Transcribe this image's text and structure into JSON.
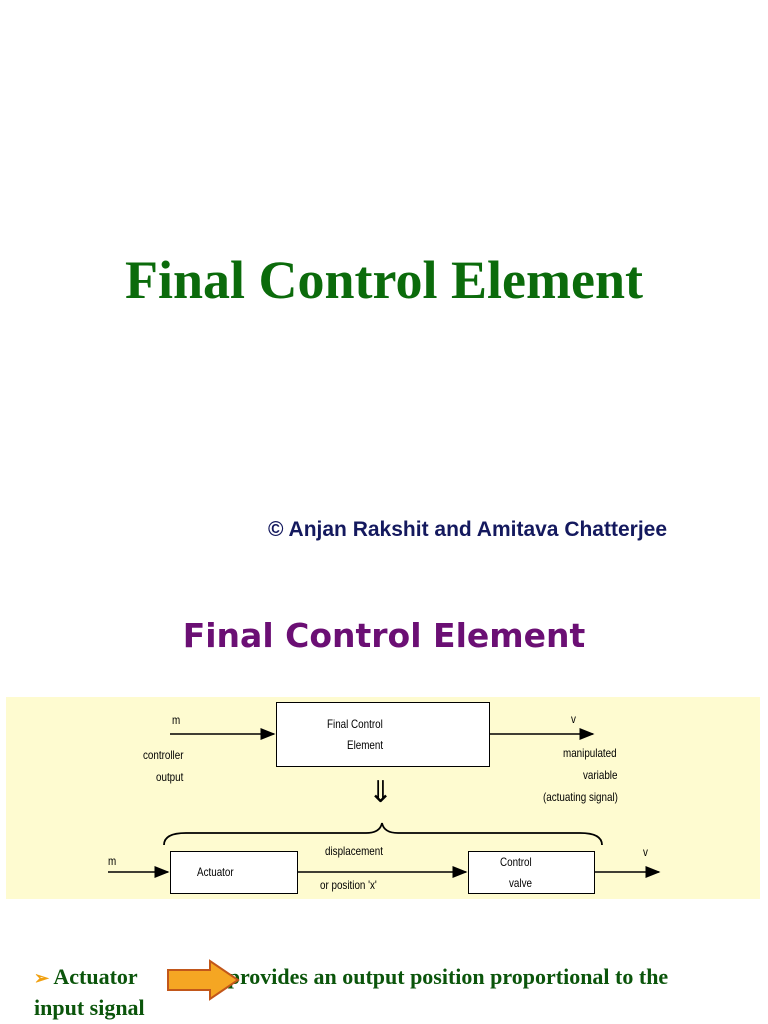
{
  "slide1": {
    "title": "Final Control Element",
    "credit": "© Anjan Rakshit and Amitava Chatterjee"
  },
  "slide2": {
    "title": "Final Control Element",
    "diagram": {
      "top": {
        "input_symbol": "m",
        "input_label_1": "controller",
        "input_label_2": "output",
        "block_line_1": "Final Control",
        "block_line_2": "Element",
        "output_symbol": "v",
        "output_label_1": "manipulated",
        "output_label_2": "variable",
        "output_label_3": "(actuating signal)"
      },
      "down_arrow": "⇓",
      "bottom": {
        "input_symbol": "m",
        "actuator_label": "Actuator",
        "mid_label_1": "displacement",
        "mid_label_2": "or position  'x'",
        "valve_line_1": "Control",
        "valve_line_2": "valve",
        "output_symbol": "v"
      }
    },
    "bullet": {
      "marker": "➢",
      "term": "Actuator",
      "text_1": "provides an output position proportional to the",
      "text_2": "input signal"
    }
  },
  "colors": {
    "title_green": "#0b6b0b",
    "credit_navy": "#14195e",
    "slide2_title_purple": "#6b0f74",
    "panel_yellow": "#fefbd0",
    "arrow_orange": "#f5a623"
  }
}
